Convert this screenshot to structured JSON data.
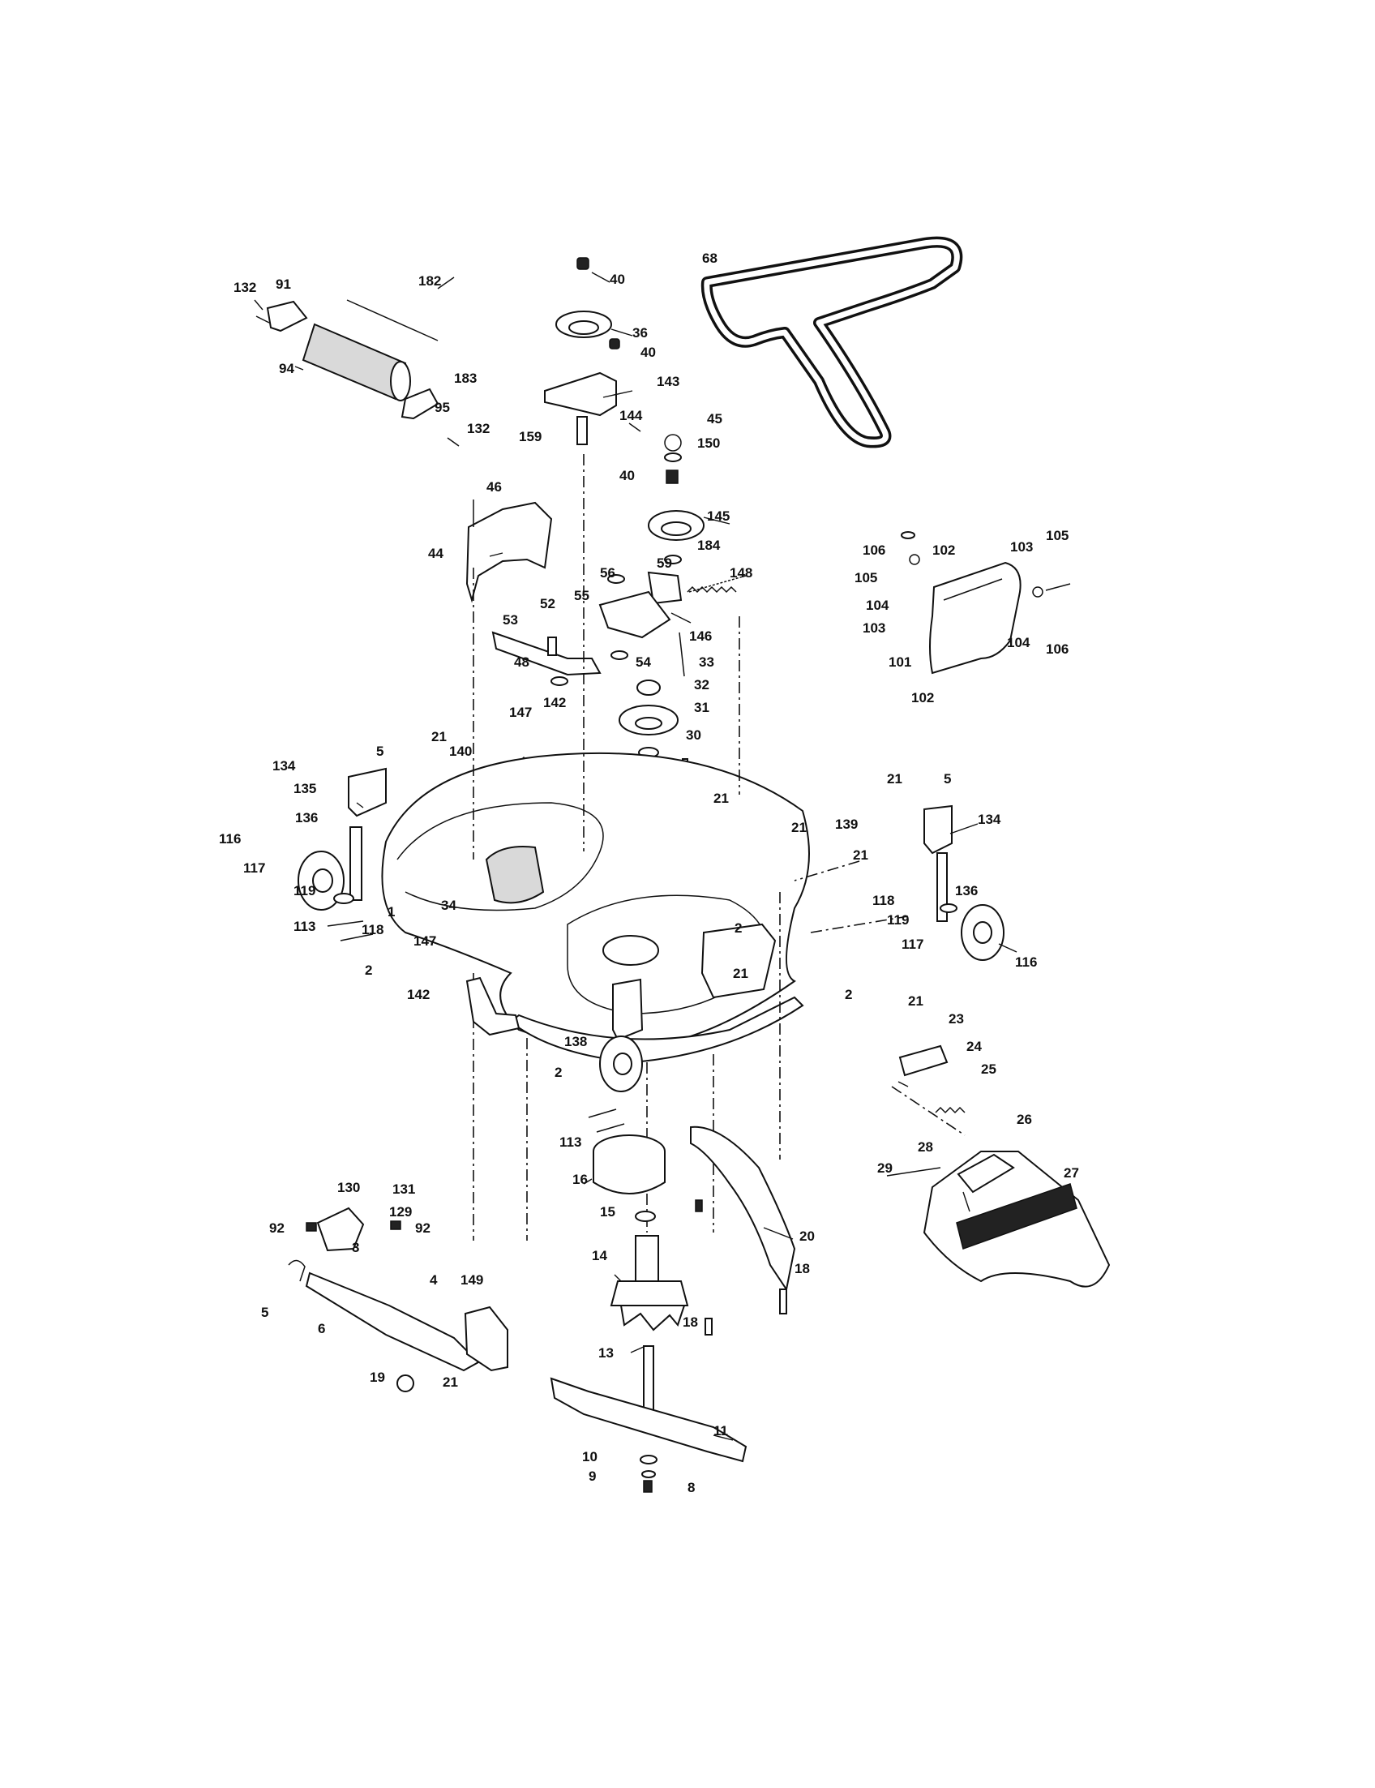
{
  "callouts": [
    "132",
    "91",
    "182",
    "94",
    "183",
    "95",
    "132",
    "40",
    "36",
    "40",
    "143",
    "144",
    "159",
    "68",
    "45",
    "150",
    "40",
    "145",
    "184",
    "46",
    "44",
    "56",
    "59",
    "148",
    "55",
    "146",
    "53",
    "52",
    "48",
    "54",
    "33",
    "32",
    "31",
    "30",
    "147",
    "142",
    "21",
    "5",
    "140",
    "134",
    "135",
    "136",
    "116",
    "117",
    "119",
    "113",
    "118",
    "34",
    "1",
    "147",
    "2",
    "142",
    "138",
    "2",
    "113",
    "21",
    "21",
    "2",
    "21",
    "2",
    "21",
    "5",
    "134",
    "139",
    "21",
    "136",
    "118",
    "119",
    "117",
    "116",
    "106",
    "102",
    "103",
    "105",
    "105",
    "104",
    "103",
    "104",
    "106",
    "101",
    "102",
    "21",
    "23",
    "24",
    "25",
    "26",
    "28",
    "29",
    "27",
    "16",
    "15",
    "14",
    "20",
    "18",
    "18",
    "13",
    "11",
    "10",
    "9",
    "8",
    "130",
    "131",
    "129",
    "92",
    "92",
    "3",
    "5",
    "6",
    "4",
    "149",
    "19",
    "21"
  ]
}
